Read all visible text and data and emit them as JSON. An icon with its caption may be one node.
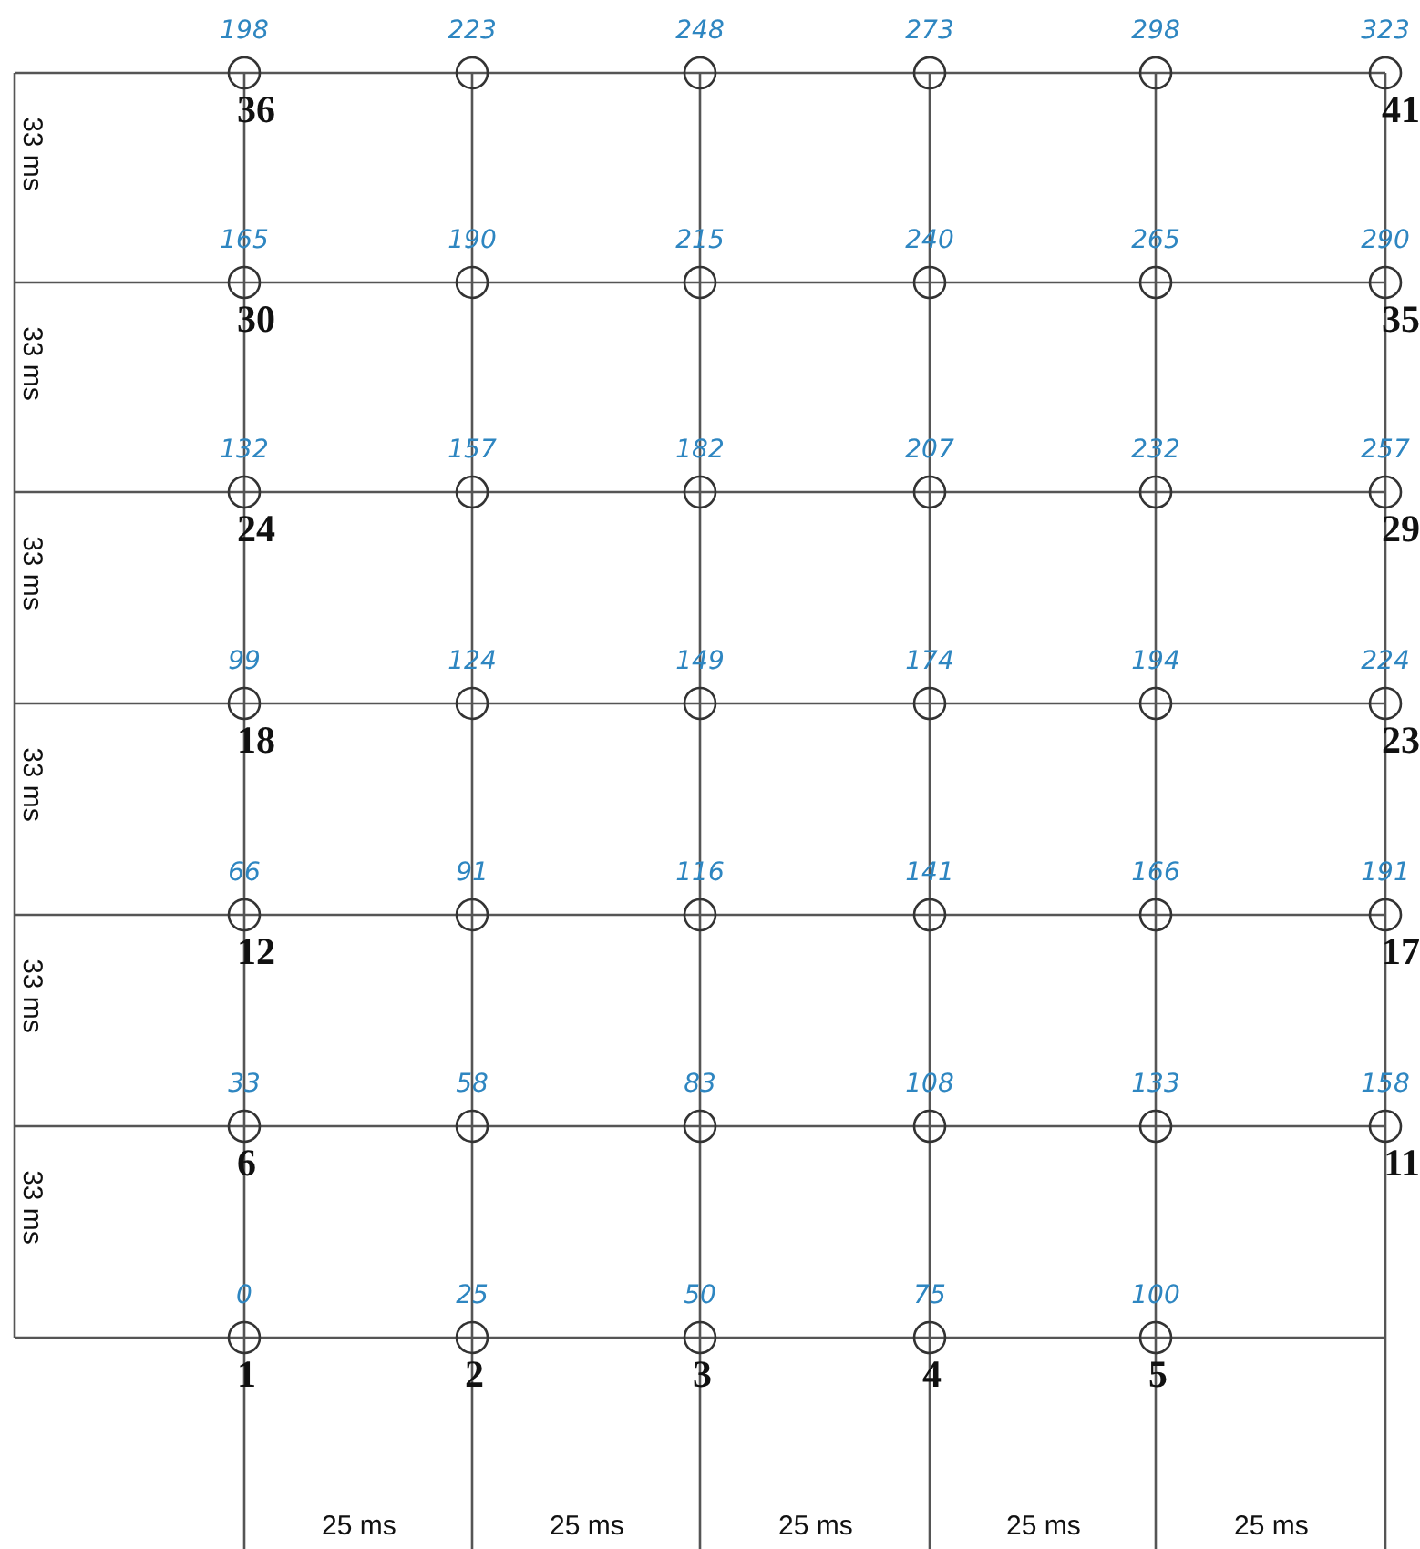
{
  "diagram": {
    "nodes": [
      {
        "text": [],
        "shape": "circle",
        "beside": [
          "198",
          "36"
        ]
      },
      {
        "text": [],
        "shape": "circle",
        "beside": [
          "223"
        ]
      },
      {
        "text": [],
        "shape": "circle",
        "beside": [
          "248"
        ]
      },
      {
        "text": [],
        "shape": "circle",
        "beside": [
          "273"
        ]
      },
      {
        "text": [],
        "shape": "circle",
        "beside": [
          "298"
        ]
      },
      {
        "text": [],
        "shape": "circle",
        "beside": [
          "323",
          "41"
        ]
      },
      {
        "text": [],
        "shape": "circle",
        "beside": [
          "165",
          "30"
        ]
      },
      {
        "text": [],
        "shape": "circle",
        "beside": [
          "190"
        ]
      },
      {
        "text": [],
        "shape": "circle",
        "beside": [
          "215"
        ]
      },
      {
        "text": [],
        "shape": "circle",
        "beside": [
          "240"
        ]
      },
      {
        "text": [],
        "shape": "circle",
        "beside": [
          "265"
        ]
      },
      {
        "text": [],
        "shape": "circle",
        "beside": [
          "290",
          "35"
        ]
      },
      {
        "text": [],
        "shape": "circle",
        "beside": [
          "132",
          "24"
        ]
      },
      {
        "text": [],
        "shape": "circle",
        "beside": [
          "157"
        ]
      },
      {
        "text": [],
        "shape": "circle",
        "beside": [
          "182"
        ]
      },
      {
        "text": [],
        "shape": "circle",
        "beside": [
          "207"
        ]
      },
      {
        "text": [],
        "shape": "circle",
        "beside": [
          "232"
        ]
      },
      {
        "text": [],
        "shape": "circle",
        "beside": [
          "257",
          "29"
        ]
      },
      {
        "text": [],
        "shape": "circle",
        "beside": [
          "99",
          "18"
        ]
      },
      {
        "text": [],
        "shape": "circle",
        "beside": [
          "124"
        ]
      },
      {
        "text": [],
        "shape": "circle",
        "beside": [
          "149"
        ]
      },
      {
        "text": [],
        "shape": "circle",
        "beside": [
          "174"
        ]
      },
      {
        "text": [],
        "shape": "circle",
        "beside": [
          "194"
        ]
      },
      {
        "text": [],
        "shape": "circle",
        "beside": [
          "224",
          "23"
        ]
      },
      {
        "text": [],
        "shape": "circle",
        "beside": [
          "66",
          "12"
        ]
      },
      {
        "text": [],
        "shape": "circle",
        "beside": [
          "91"
        ]
      },
      {
        "text": [],
        "shape": "circle",
        "beside": [
          "116"
        ]
      },
      {
        "text": [],
        "shape": "circle",
        "beside": [
          "141"
        ]
      },
      {
        "text": [],
        "shape": "circle",
        "beside": [
          "166"
        ]
      },
      {
        "text": [],
        "shape": "circle",
        "beside": [
          "191",
          "17"
        ]
      },
      {
        "text": [],
        "shape": "circle",
        "beside": [
          "33",
          "6"
        ]
      },
      {
        "text": [],
        "shape": "circle",
        "beside": [
          "58"
        ]
      },
      {
        "text": [],
        "shape": "circle",
        "beside": [
          "83"
        ]
      },
      {
        "text": [],
        "shape": "circle",
        "beside": [
          "108"
        ]
      },
      {
        "text": [],
        "shape": "circle",
        "beside": [
          "133"
        ]
      },
      {
        "text": [],
        "shape": "circle",
        "beside": [
          "158",
          "11"
        ]
      },
      {
        "text": [],
        "shape": "circle",
        "beside": [
          "0",
          "1"
        ]
      },
      {
        "text": [],
        "shape": "circle",
        "beside": [
          "25",
          "2"
        ]
      },
      {
        "text": [],
        "shape": "circle",
        "beside": [
          "50",
          "3"
        ]
      },
      {
        "text": [],
        "shape": "circle",
        "beside": [
          "75",
          "4"
        ]
      },
      {
        "text": [],
        "shape": "circle",
        "beside": [
          "100",
          "5"
        ]
      }
    ],
    "labels": [
      "33 ms",
      "33 ms",
      "33 ms",
      "33 ms",
      "33 ms",
      "33 ms",
      "25 ms",
      "25 ms",
      "25 ms",
      "25 ms",
      "25 ms"
    ]
  }
}
